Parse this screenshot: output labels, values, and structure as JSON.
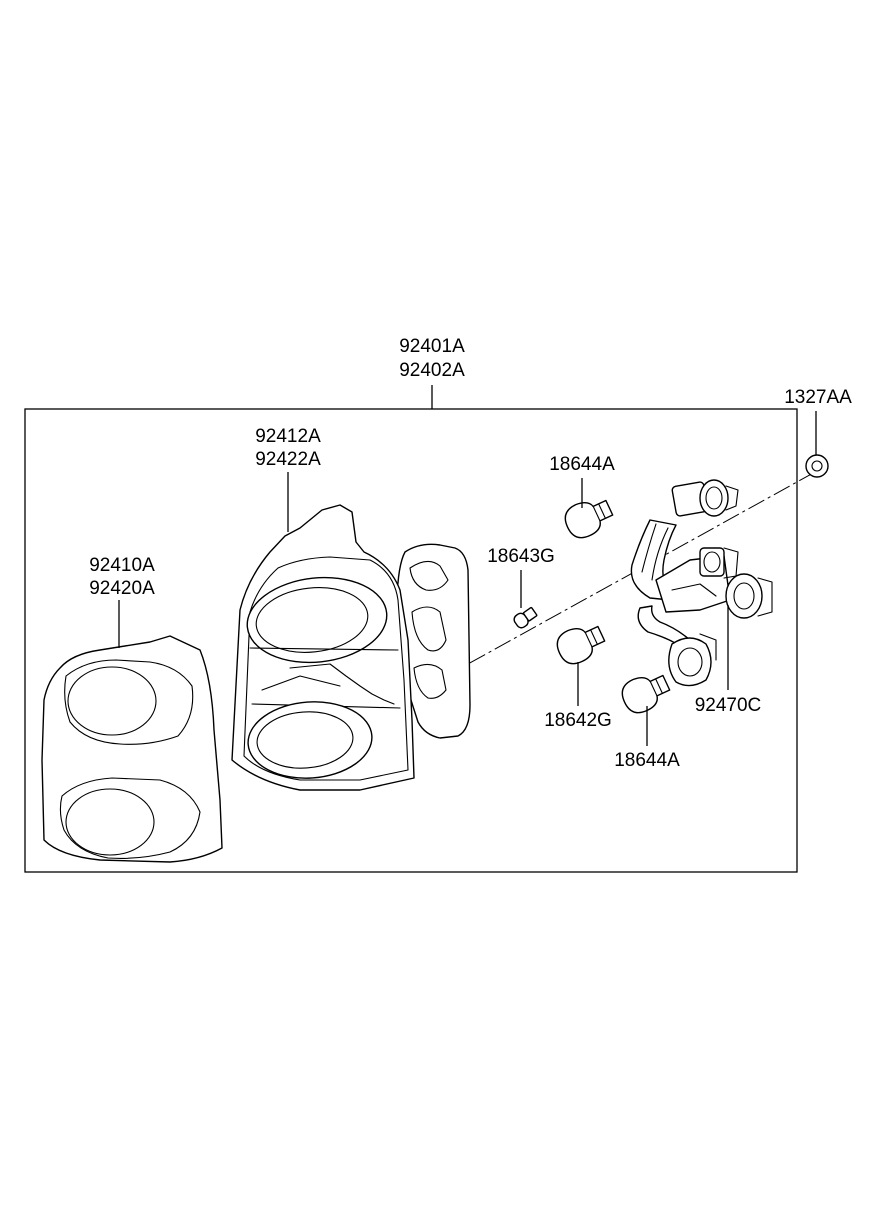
{
  "diagram": {
    "assembly_label": [
      "92401A",
      "92402A"
    ],
    "labels": {
      "grommet": [
        "1327AA"
      ],
      "housing": [
        "92412A",
        "92422A"
      ],
      "lens": [
        "92410A",
        "92420A"
      ],
      "bulb_top": [
        "18644A"
      ],
      "bulb_small": [
        "18643G"
      ],
      "bulb_mid": [
        "18642G"
      ],
      "bulb_bottom": [
        "18644A"
      ],
      "socket_harness": [
        "92470C"
      ]
    }
  }
}
